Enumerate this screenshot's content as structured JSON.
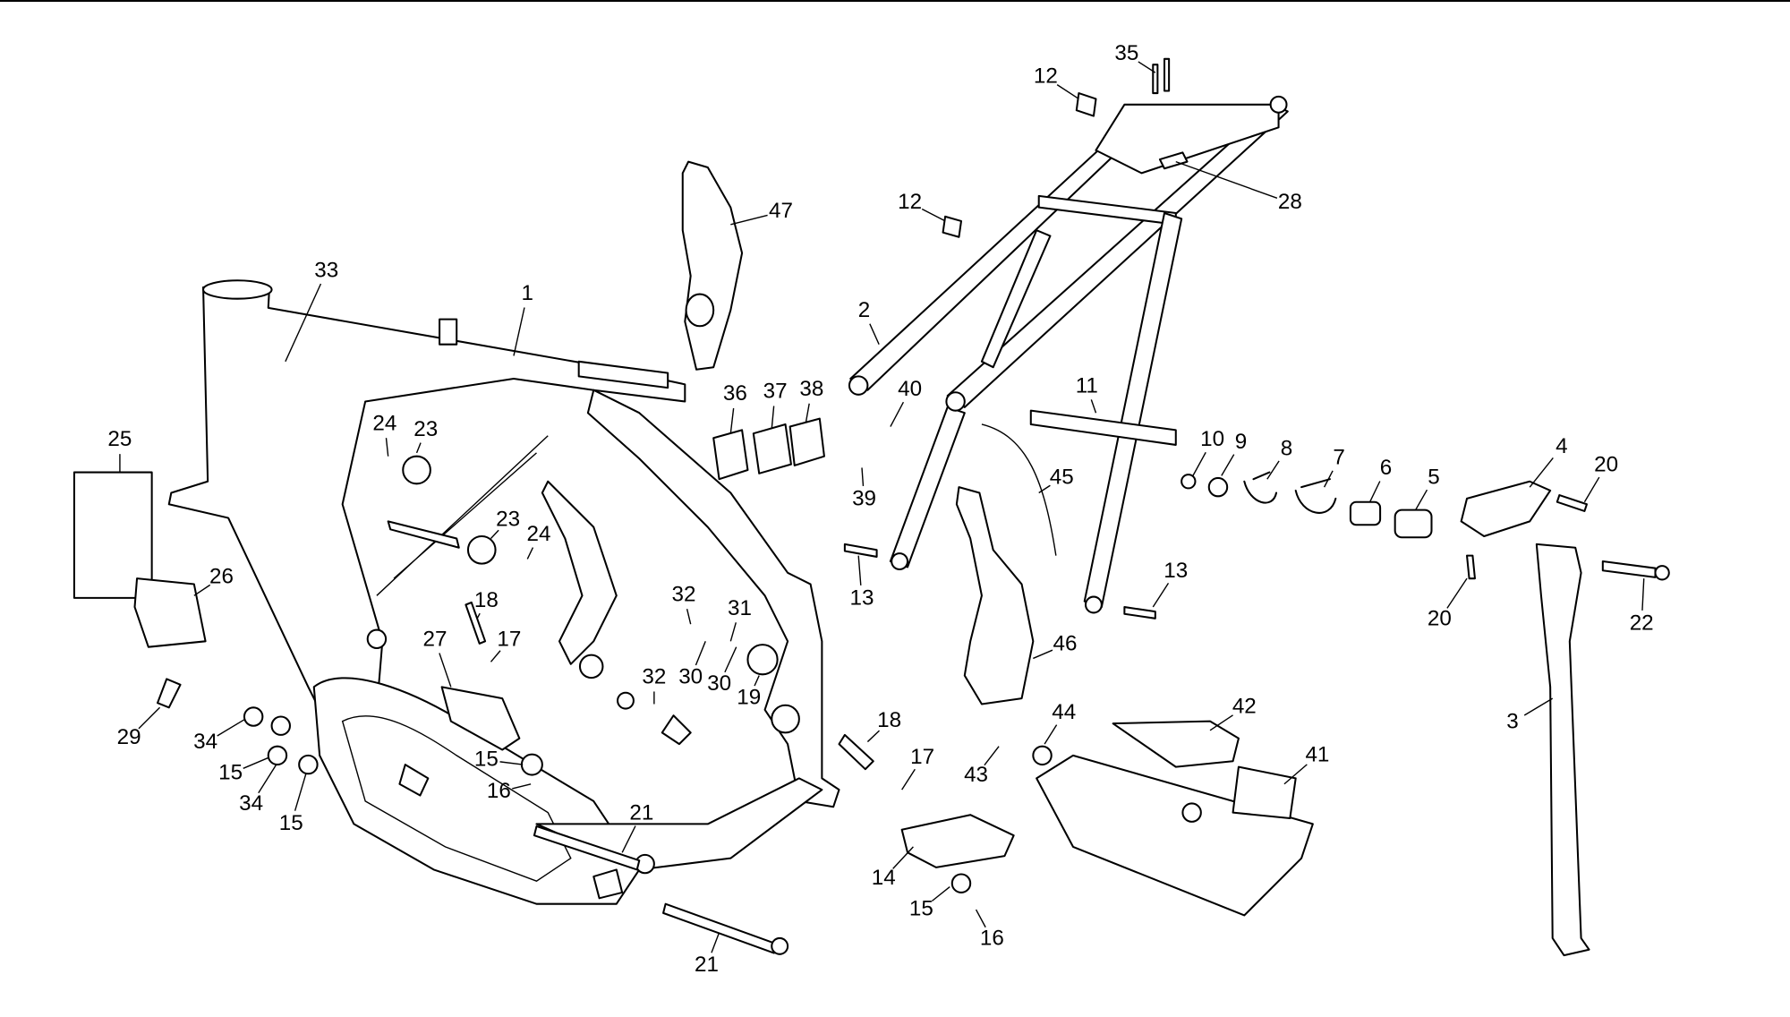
{
  "diagram": {
    "type": "exploded parts diagram",
    "line_color": "#000000",
    "background": "#ffffff",
    "callouts": [
      "35",
      "12",
      "12",
      "28",
      "47",
      "33",
      "1",
      "2",
      "11",
      "36",
      "37",
      "38",
      "40",
      "25",
      "24",
      "23",
      "10",
      "9",
      "8",
      "7",
      "6",
      "5",
      "4",
      "20",
      "39",
      "45",
      "23",
      "24",
      "13",
      "13",
      "26",
      "18",
      "32",
      "31",
      "17",
      "27",
      "30",
      "30",
      "19",
      "46",
      "20",
      "22",
      "32",
      "29",
      "34",
      "15",
      "34",
      "15",
      "15",
      "16",
      "18",
      "17",
      "21",
      "42",
      "41",
      "44",
      "43",
      "3",
      "14",
      "15",
      "16",
      "21"
    ]
  }
}
